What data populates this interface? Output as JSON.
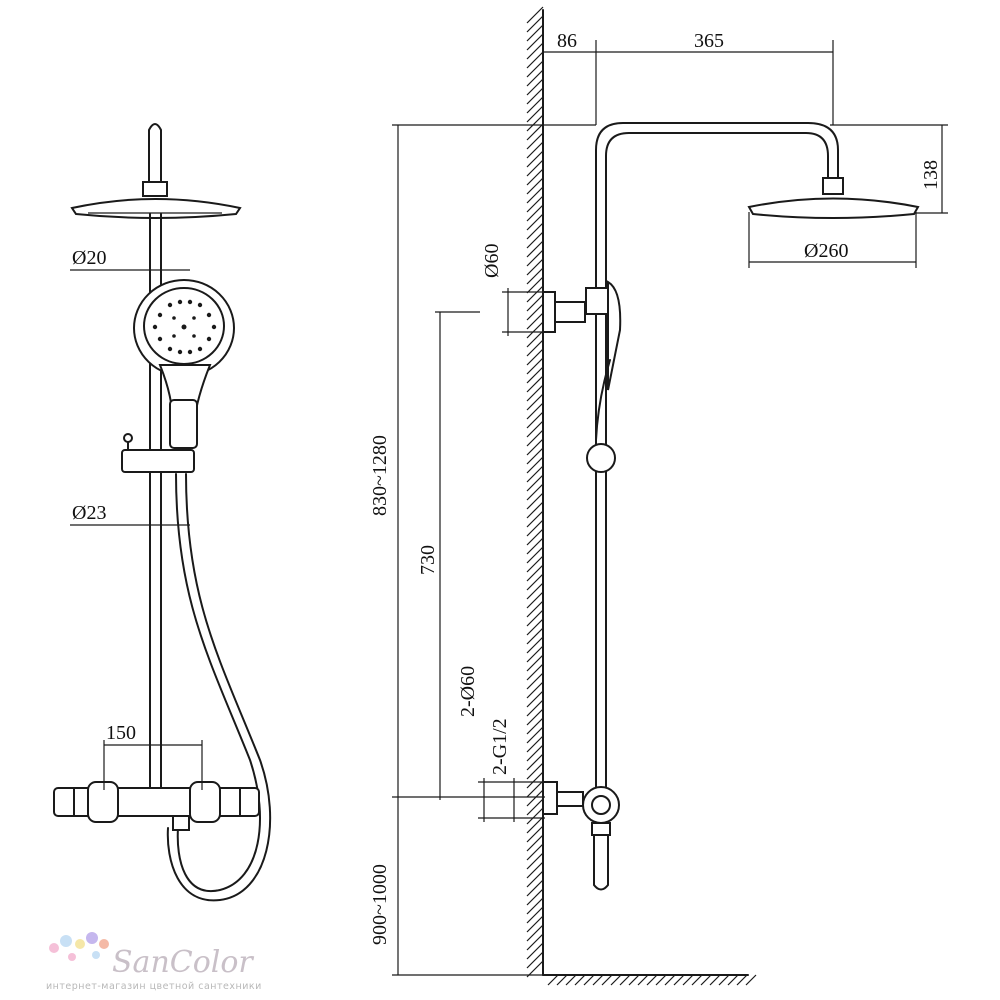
{
  "dimensions": {
    "d20": "Ø20",
    "d23": "Ø23",
    "w150": "150",
    "w86": "86",
    "w365": "365",
    "h138": "138",
    "d260": "Ø260",
    "d60": "Ø60",
    "h830_1280": "830~1280",
    "h730": "730",
    "d2_60": "2-Ø60",
    "g2_12": "2-G1/2",
    "h900_1000": "900~1000"
  },
  "watermark": {
    "brand": "SanColor",
    "tagline": "интернет-магазин цветной сантехники"
  },
  "colors": {
    "line": "#1a1a1a",
    "watermark": "#c9c0c8",
    "dots": [
      "#f5c0d8",
      "#c8e0f5",
      "#f5e7a8",
      "#c5b7ee",
      "#f4b9a6"
    ]
  }
}
